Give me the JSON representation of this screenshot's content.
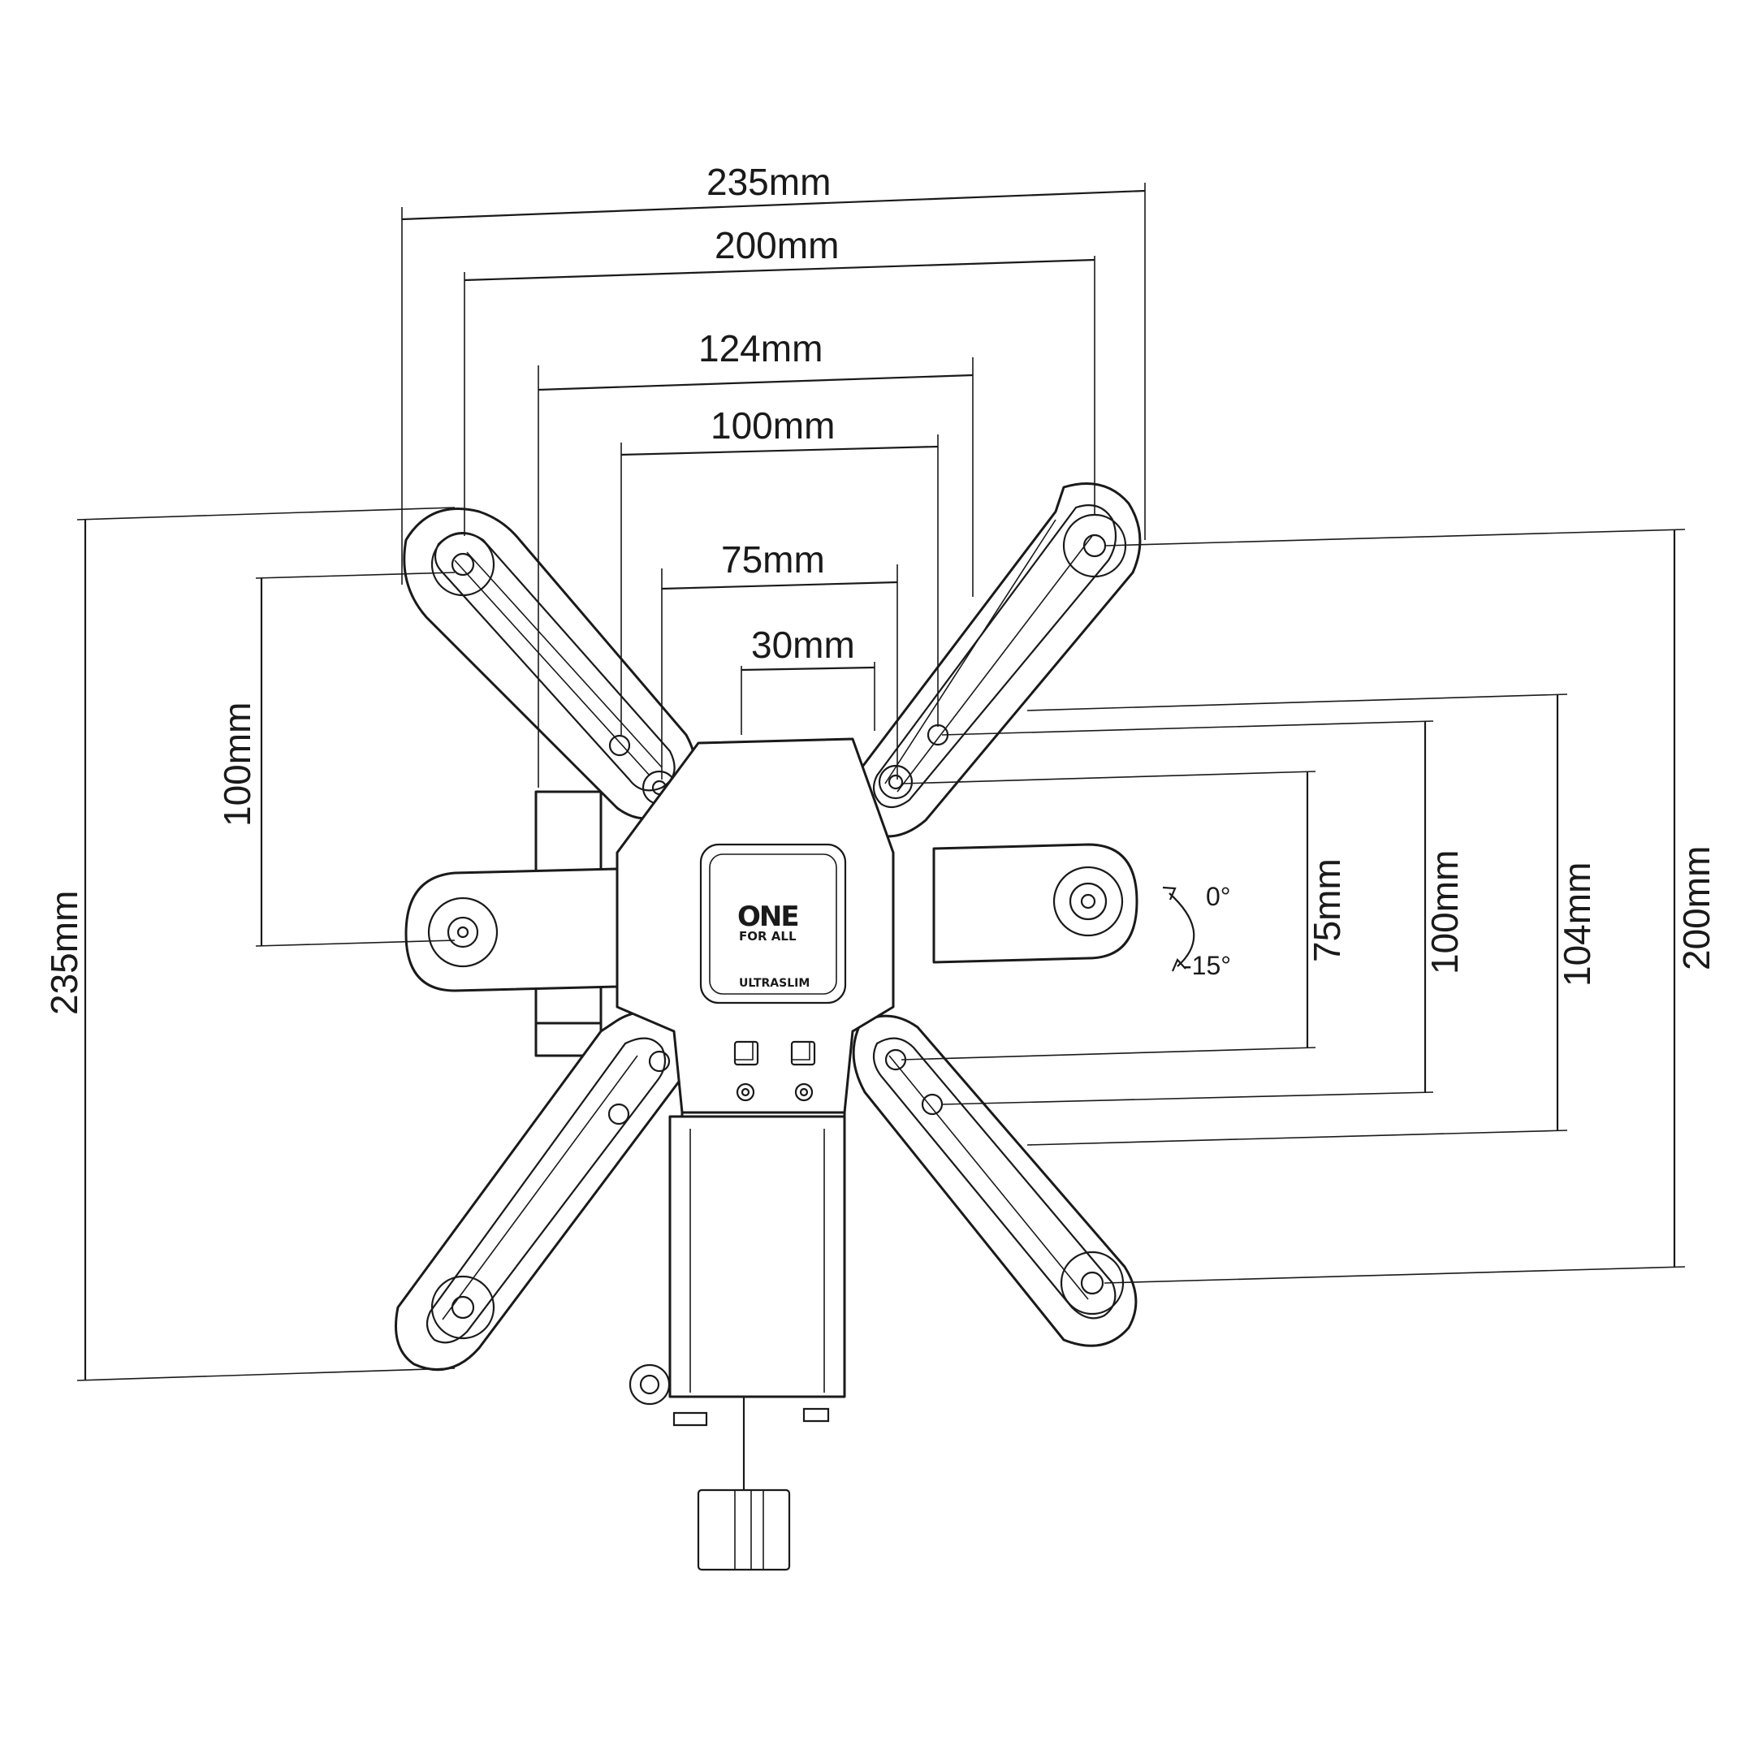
{
  "brand": {
    "logo_main": "ONE",
    "logo_sub": "FOR ALL",
    "product_line": "ULTRASLIM"
  },
  "dimensions": {
    "horizontal": [
      {
        "id": "h235",
        "label": "235mm"
      },
      {
        "id": "h200",
        "label": "200mm"
      },
      {
        "id": "h124",
        "label": "124mm"
      },
      {
        "id": "h100",
        "label": "100mm"
      },
      {
        "id": "h75",
        "label": "75mm"
      },
      {
        "id": "h30",
        "label": "30mm"
      }
    ],
    "vertical": [
      {
        "id": "v235",
        "label": "235mm"
      },
      {
        "id": "v100",
        "label": "100mm"
      },
      {
        "id": "v75",
        "label": "75mm"
      },
      {
        "id": "v100r",
        "label": "100mm"
      },
      {
        "id": "v104",
        "label": "104mm"
      },
      {
        "id": "v200",
        "label": "200mm"
      }
    ]
  },
  "tilt": {
    "max": "0°",
    "min": "-15°"
  }
}
